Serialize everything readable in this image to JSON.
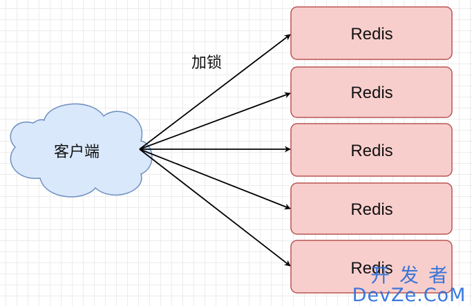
{
  "diagram": {
    "client_label": "客户端",
    "edge_label": "加锁",
    "nodes": [
      {
        "label": "Redis"
      },
      {
        "label": "Redis"
      },
      {
        "label": "Redis"
      },
      {
        "label": "Redis"
      },
      {
        "label": "Redis"
      }
    ]
  },
  "watermark": {
    "line1": "开发者",
    "line2": "DevZe.CoM"
  },
  "colors": {
    "cloud_fill": "#dae8fc",
    "cloud_stroke": "#6c8ebf",
    "node_fill": "#f8cecc",
    "node_stroke": "#b85450",
    "arrow": "#000000",
    "watermark": "#2a6fdb"
  }
}
